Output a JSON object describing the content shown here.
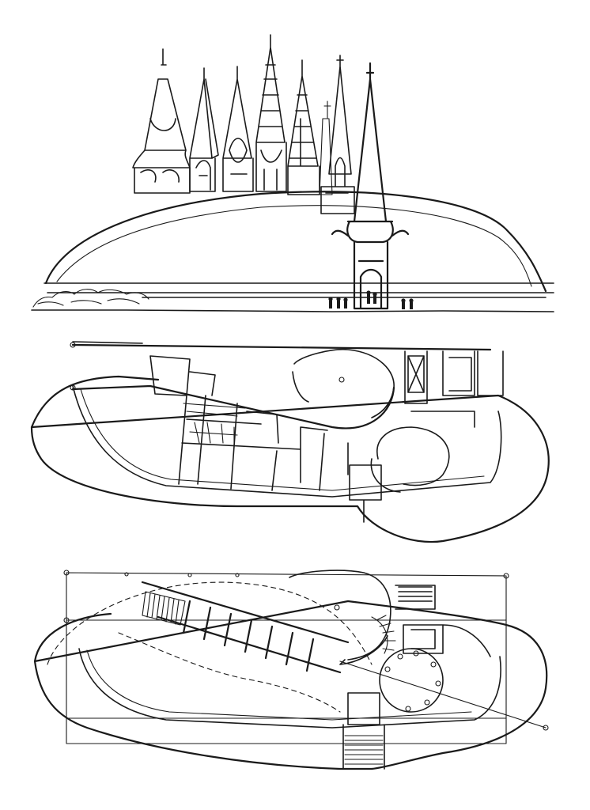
{
  "sheet": {
    "ink_color": "#1a1a1a",
    "paper_color": "#ffffff",
    "printed_text": ""
  },
  "drawings": [
    {
      "id": "elevation",
      "kind": "sketch",
      "subject": "mound-with-spires"
    },
    {
      "id": "plan-upper",
      "kind": "sketch",
      "subject": "floor-plan"
    },
    {
      "id": "plan-lower",
      "kind": "sketch",
      "subject": "site-plan"
    }
  ]
}
